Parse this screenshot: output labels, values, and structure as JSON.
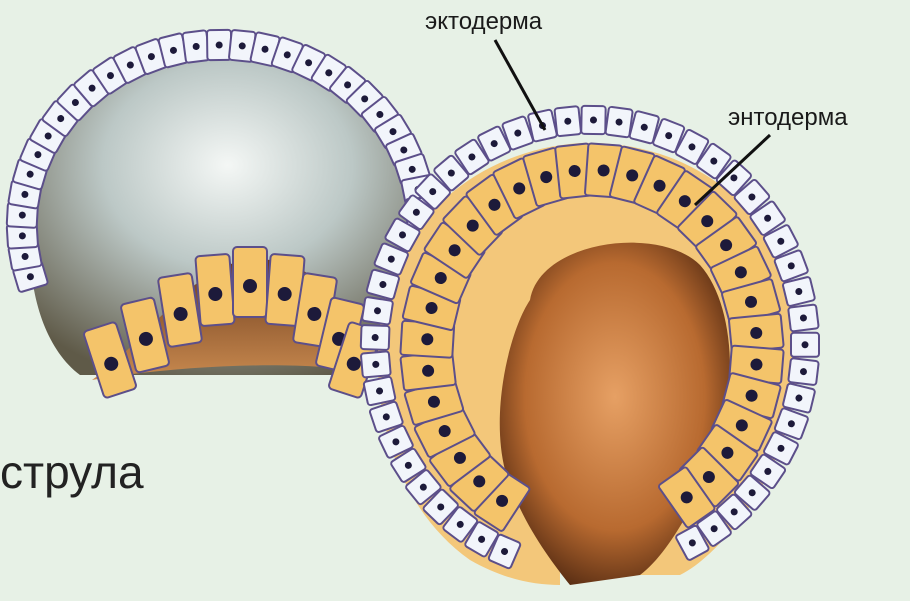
{
  "labels": {
    "ectoderm": "эктодерма",
    "endoderm": "энтодерма"
  },
  "caption": "струла",
  "colors": {
    "background": "#e7f1e6",
    "ectoderm_cell": "#f2f5fb",
    "ectoderm_outline": "#5c4f8a",
    "endoderm_cell": "#f4c46a",
    "nucleus": "#1d1a3a",
    "blastocoel": "#c9d0c5",
    "archenteron": "#b5692f"
  }
}
